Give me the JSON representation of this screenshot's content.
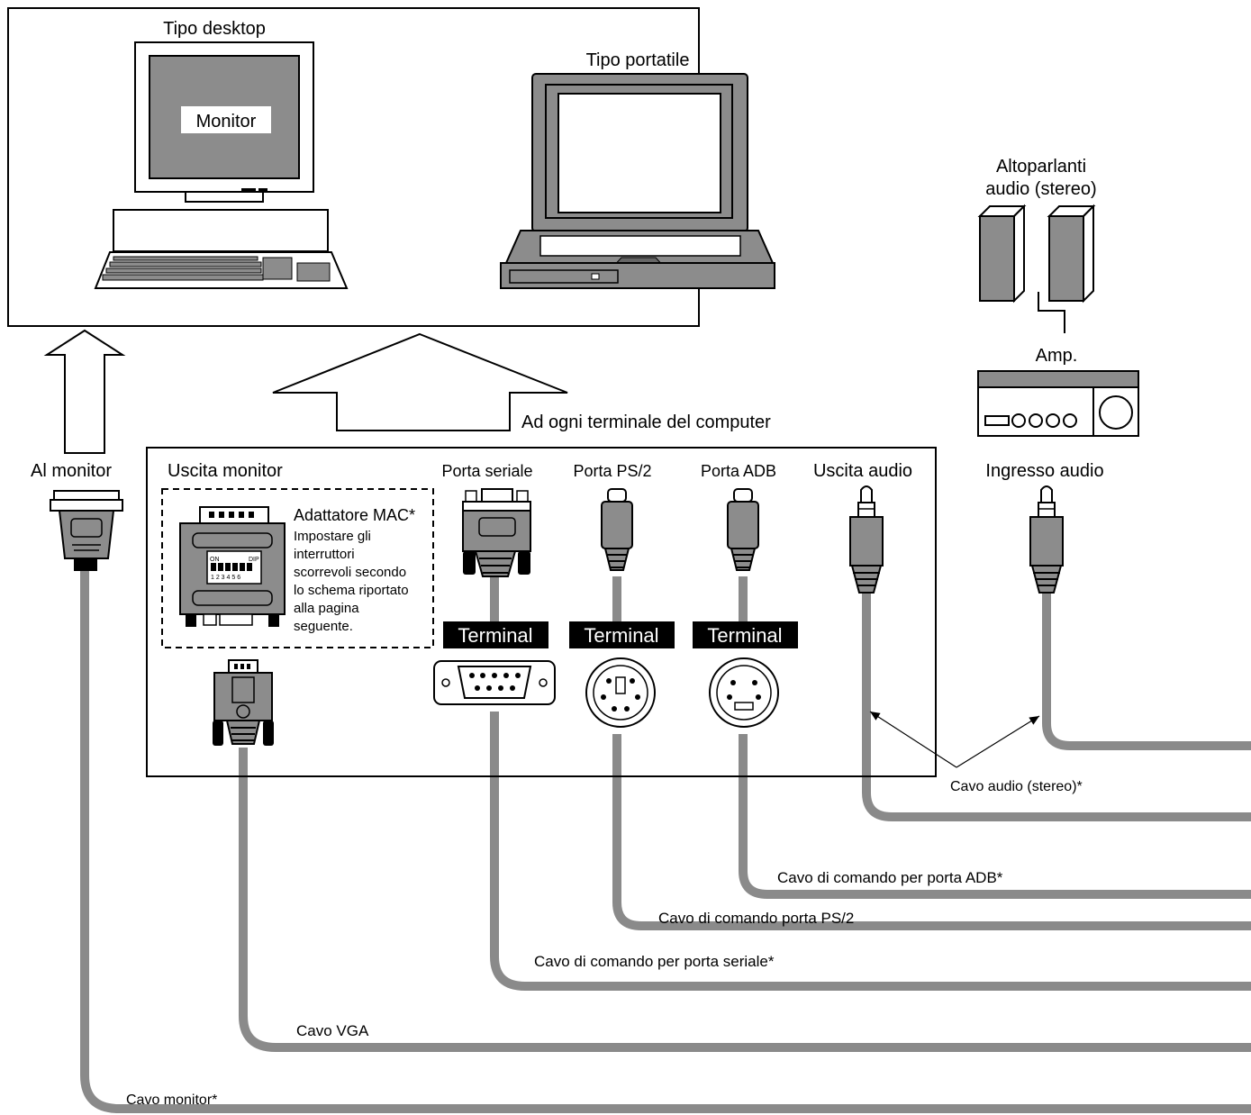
{
  "computers": {
    "desktop_label": "Tipo desktop",
    "monitor_label": "Monitor",
    "laptop_label": "Tipo portatile"
  },
  "arrows": {
    "to_monitor": "Al monitor",
    "to_terminals": "Ad ogni terminale del computer"
  },
  "audio_devices": {
    "speakers_line1": "Altoparlanti",
    "speakers_line2": "audio (stereo)",
    "amp": "Amp."
  },
  "ports": {
    "monitor_out": "Uscita monitor",
    "serial": "Porta seriale",
    "ps2": "Porta PS/2",
    "adb": "Porta ADB",
    "audio_out": "Uscita audio",
    "audio_in": "Ingresso audio"
  },
  "mac_adapter": {
    "title": "Adattatore MAC*",
    "lines": [
      "Impostare gli",
      "interruttori",
      "scorrevoli secondo",
      "lo schema riportato",
      "alla pagina",
      "seguente."
    ],
    "dip_on": "ON",
    "dip_label": "DIP",
    "dip_numbers": "1 2 3 4 5 6"
  },
  "terminal_label": "Terminal",
  "cables": {
    "audio": "Cavo audio (stereo)*",
    "adb": "Cavo di comando per porta ADB*",
    "ps2": "Cavo di comando porta PS/2",
    "serial": "Cavo di comando per porta seriale*",
    "vga": "Cavo VGA",
    "monitor": "Cavo monitor*"
  }
}
